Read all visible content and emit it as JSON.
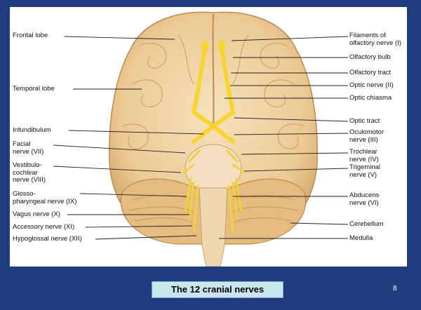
{
  "caption": "The 12 cranial nerves",
  "slide_number": "8",
  "labels_left": {
    "frontal_lobe": "Frontal lobe",
    "temporal_lobe": "Temporal lobe",
    "infundibulum": "Infundibulum",
    "facial_nerve": "Facial\nnerve (VII)",
    "vestibulocochlear_nerve": "Vestibulo-\ncochlear\nnerve (VIII)",
    "glossopharyngeal_nerve": "Glosso-\npharyngeal nerve (IX)",
    "vagus_nerve": "Vagus nerve (X)",
    "accessory_nerve": "Accessory nerve (XI)",
    "hypoglossal_nerve": "Hypoglossal nerve (XII)"
  },
  "labels_right": {
    "olfactory_filaments": "Filaments of\nolfactory nerve (I)",
    "olfactory_bulb": "Olfactory bulb",
    "olfactory_tract": "Olfactory tract",
    "optic_nerve": "Optic nerve (II)",
    "optic_chiasma": "Optic chiasma",
    "optic_tract": "Optic tract",
    "oculomotor_nerve": "Oculomotor\nnerve (III)",
    "trochlear_nerve": "Trochlear\nnerve (IV)",
    "trigeminal_nerve": "Trigeminal\nnerve (V)",
    "abducens_nerve": "Abducens\nnerve (VI)",
    "cerebellum": "Cerebellum",
    "medulla": "Medulla"
  },
  "colors": {
    "background": "#1f3c7e",
    "brain": "#f1d6a6",
    "brain_shadow": "#d7b27c",
    "nerve": "#f7d531",
    "caption_box": "#c9e6ef"
  }
}
